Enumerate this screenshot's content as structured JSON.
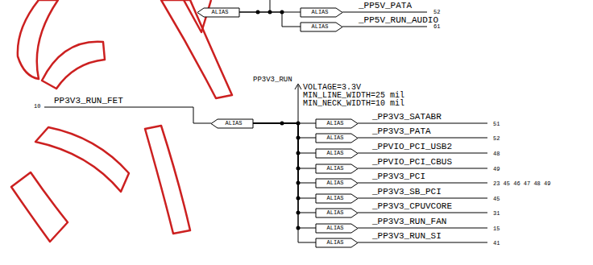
{
  "diagram": {
    "nodes": [
      {
        "text": [
          "ALIAS"
        ]
      },
      {
        "text": [
          "ALIAS"
        ]
      },
      {
        "text": [
          "ALIAS"
        ]
      },
      {
        "text": [
          "ALIAS"
        ]
      },
      {
        "text": [
          "ALIAS"
        ]
      },
      {
        "text": [
          "ALIAS"
        ]
      },
      {
        "text": [
          "ALIAS"
        ]
      },
      {
        "text": [
          "ALIAS"
        ]
      },
      {
        "text": [
          "ALIAS"
        ]
      },
      {
        "text": [
          "ALIAS"
        ]
      },
      {
        "text": [
          "ALIAS"
        ]
      },
      {
        "text": [
          "ALIAS"
        ]
      },
      {
        "text": [
          "ALIAS"
        ]
      }
    ],
    "edges": [
      {
        "from": 0,
        "to": 1,
        "arrow": "none"
      },
      {
        "from": 0,
        "to": 2,
        "arrow": "none"
      },
      {
        "from": 3,
        "to": 4,
        "arrow": "none"
      },
      {
        "from": 3,
        "to": 5,
        "arrow": "none"
      },
      {
        "from": 3,
        "to": 6,
        "arrow": "none"
      },
      {
        "from": 3,
        "to": 7,
        "arrow": "none"
      },
      {
        "from": 3,
        "to": 8,
        "arrow": "none"
      },
      {
        "from": 3,
        "to": 9,
        "arrow": "none"
      },
      {
        "from": 3,
        "to": 10,
        "arrow": "none"
      },
      {
        "from": 3,
        "to": 11,
        "arrow": "none"
      },
      {
        "from": 3,
        "to": 12,
        "arrow": "none"
      }
    ],
    "labels": [
      "_PP5V_PATA",
      "52",
      "_PP5V_RUN_AUDIO",
      "61",
      "PP3V3_RUN",
      "VOLTAGE=3.3V",
      "MIN_LINE_WIDTH=25 mil",
      "MIN_NECK_WIDTH=10 mil",
      "10",
      "PP3V3_RUN_FET",
      "_PP3V3_SATABR",
      "51",
      "_PP3V3_PATA",
      "52",
      "_PPVIO_PCI_USB2",
      "48",
      "_PPVIO_PCI_CBUS",
      "49",
      "_PP3V3_PCI",
      "23 45 46 47 48 49",
      "_PP3V3_SB_PCI",
      "45",
      "_PP3V3_CPUVCORE",
      "31",
      "_PP3V3_RUN_FAN",
      "15",
      "_PP3V3_RUN_SI",
      "41"
    ]
  }
}
